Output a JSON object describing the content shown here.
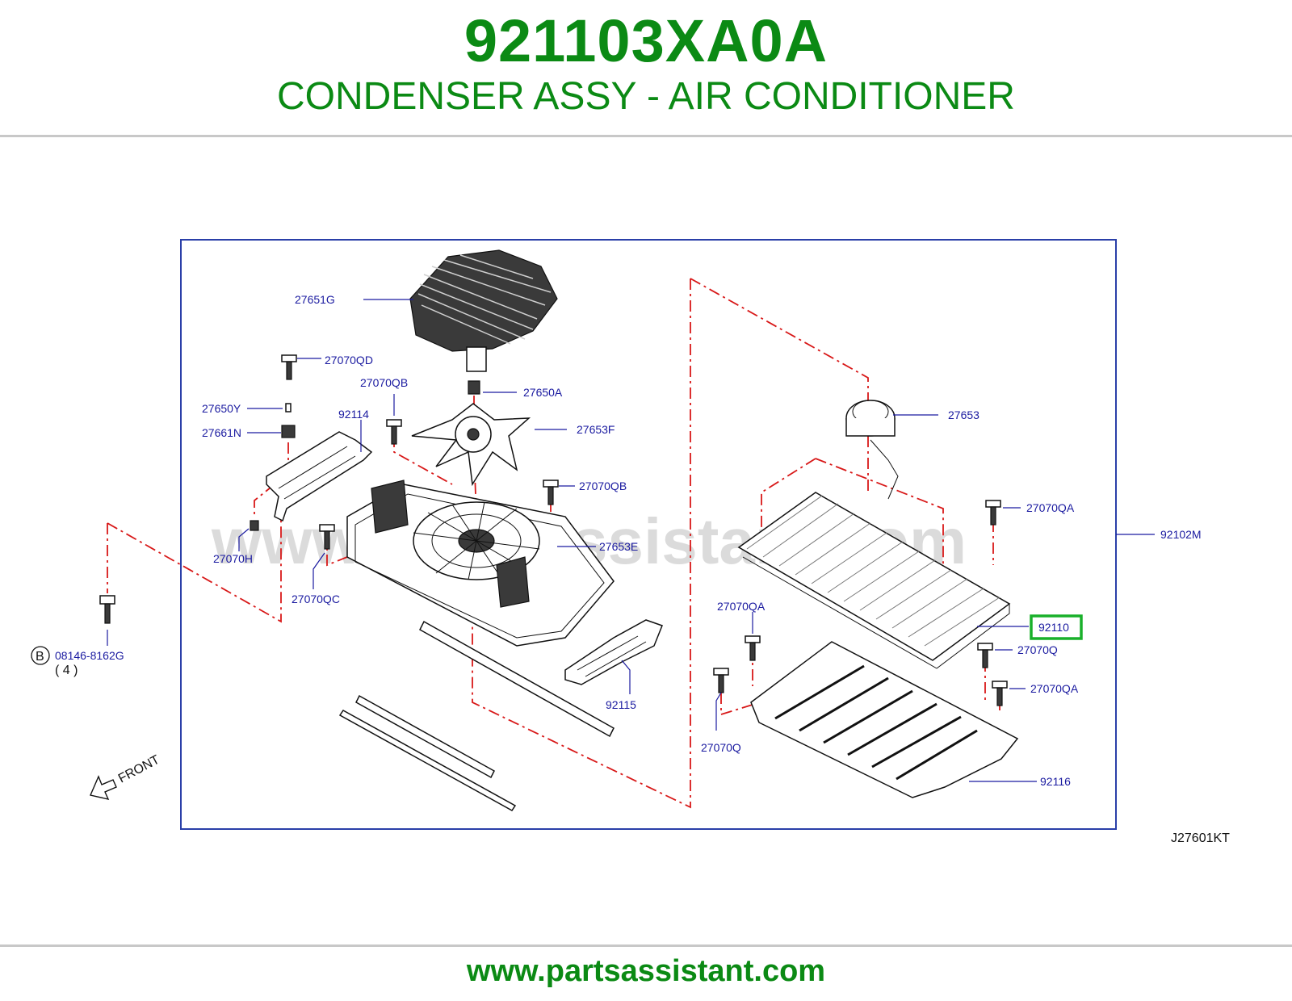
{
  "header": {
    "part_number": "921103XA0A",
    "part_title": "CONDENSER ASSY - AIR CONDITIONER"
  },
  "diagram": {
    "watermark": "www.partsassistant.com",
    "drawing_code": "J27601KT",
    "front_label": "FRONT",
    "callouts": {
      "c27651G": "27651G",
      "c27070QD": "27070QD",
      "c27070QB_top": "27070QB",
      "c27650A": "27650A",
      "c27650Y": "27650Y",
      "c92114": "92114",
      "c27661N": "27661N",
      "c27653F": "27653F",
      "c27070QB_mid": "27070QB",
      "c27653E": "27653E",
      "c27070H": "27070H",
      "c27070QC": "27070QC",
      "c08146": "08146-8162G",
      "c08146_qty": "( 4 )",
      "c08146_ref": "B",
      "c92115": "92115",
      "c27653": "27653",
      "c27070QA_top": "27070QA",
      "c92102M": "92102M",
      "c27070QA_left": "27070QA",
      "c92110": "92110",
      "c27070Q_right": "27070Q",
      "c27070QA_right": "27070QA",
      "c27070Q_left": "27070Q",
      "c92116": "92116"
    },
    "highlight_color": "#19b02a",
    "text_color": "#1a1aa0",
    "dash_color": "#d81818"
  },
  "footer": {
    "url": "www.partsassistant.com"
  }
}
